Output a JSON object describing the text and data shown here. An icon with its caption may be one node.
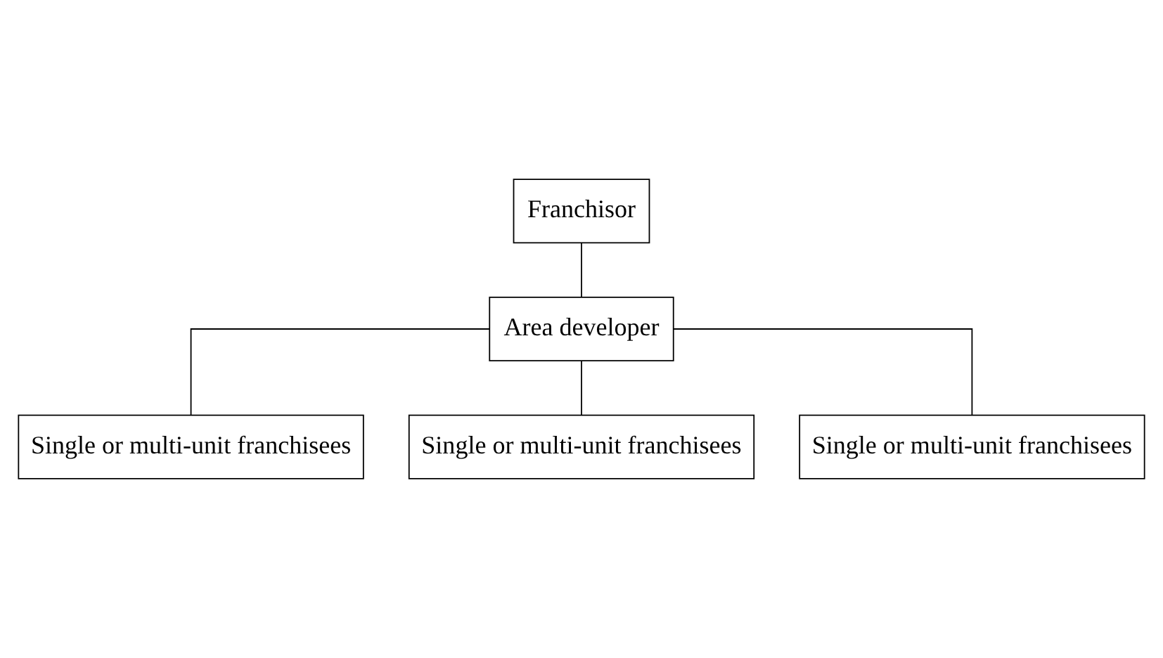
{
  "diagram": {
    "nodes": [
      {
        "text": [
          "Franchisor"
        ]
      },
      {
        "text": [
          "Area developer"
        ]
      },
      {
        "text": [
          "Single or multi-unit franchisees"
        ]
      },
      {
        "text": [
          "Single or multi-unit franchisees"
        ]
      },
      {
        "text": [
          "Single or multi-unit franchisees"
        ]
      }
    ],
    "edges": [
      {
        "from": 0,
        "to": 1,
        "arrow": "none"
      },
      {
        "from": 1,
        "to": 2,
        "arrow": "none"
      },
      {
        "from": 1,
        "to": 3,
        "arrow": "none"
      },
      {
        "from": 1,
        "to": 4,
        "arrow": "none"
      }
    ]
  }
}
